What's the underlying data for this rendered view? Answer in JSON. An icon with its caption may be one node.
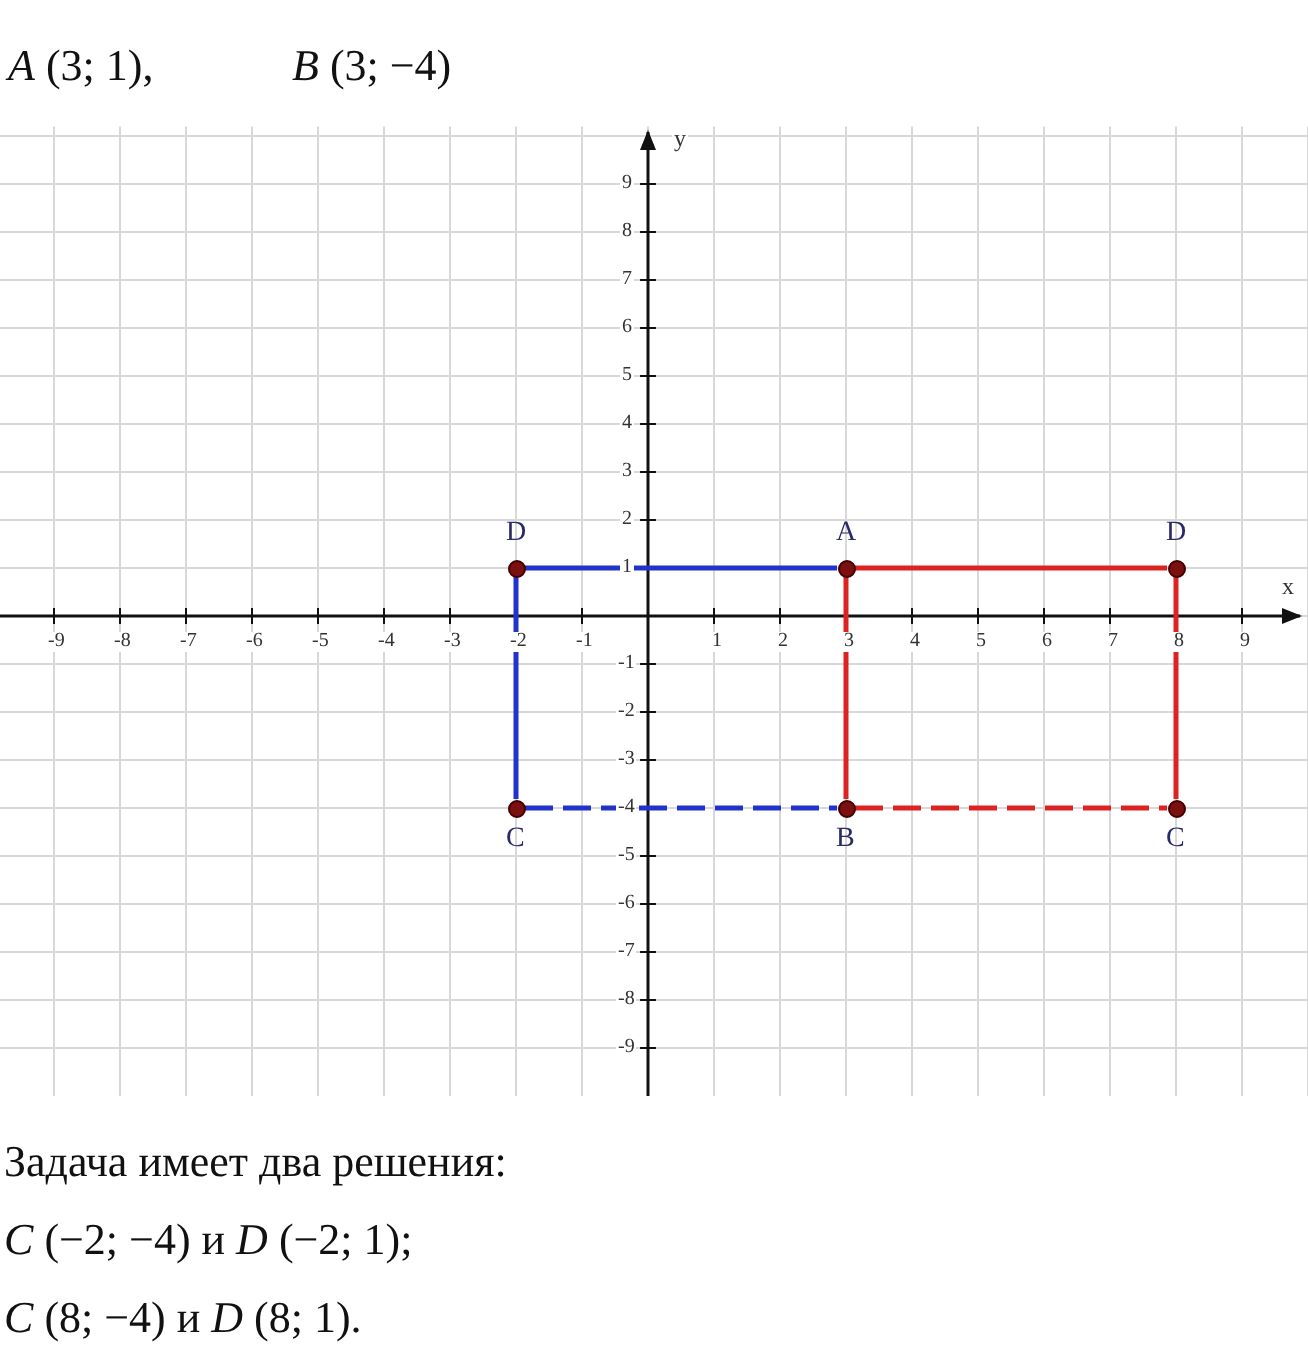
{
  "diagram": {
    "nodes": [
      {
        "text": [],
        "shape": "circle",
        "beside": [
          "D"
        ]
      },
      {
        "text": [],
        "shape": "circle",
        "beside": [
          "A"
        ]
      },
      {
        "text": [],
        "shape": "circle",
        "beside": [
          "D"
        ]
      },
      {
        "text": [],
        "shape": "circle",
        "beside": [
          "C"
        ]
      },
      {
        "text": [],
        "shape": "circle",
        "beside": [
          "B"
        ]
      },
      {
        "text": [],
        "shape": "circle",
        "beside": [
          "C"
        ]
      }
    ],
    "edges": [
      {
        "from": 0,
        "to": 1,
        "arrow": "none",
        "color": "#2233cc"
      },
      {
        "from": 0,
        "to": 3,
        "arrow": "none",
        "color": "#2233cc"
      },
      {
        "from": 3,
        "to": 4,
        "arrow": "none",
        "style": "dashed",
        "color": "#2233cc"
      },
      {
        "from": 1,
        "to": 2,
        "arrow": "none",
        "color": "#dd2222"
      },
      {
        "from": 2,
        "to": 5,
        "arrow": "none",
        "color": "#dd2222"
      },
      {
        "from": 1,
        "to": 4,
        "arrow": "none",
        "color": "#dd2222"
      },
      {
        "from": 4,
        "to": 5,
        "arrow": "none",
        "style": "dashed",
        "color": "#dd2222"
      }
    ],
    "labels": [
      "*A* (3; 1),",
      "*B* (3; −4)",
      "y",
      "9",
      "8",
      "7",
      "6",
      "5",
      "4",
      "3",
      "2",
      "1",
      "x",
      "-9",
      "-8",
      "-7",
      "-6",
      "-5",
      "-4",
      "-3",
      "-2",
      "-1",
      "1",
      "2",
      "3",
      "4",
      "5",
      "6",
      "7",
      "8",
      "9",
      "-1",
      "-2",
      "-3",
      "-4",
      "-5",
      "-6",
      "-7",
      "-8",
      "-9",
      "Задача имеет два решения:",
      "*C* (−2; −4) и *D* (−2;  1);",
      "*C* (8; −4) и *D* (8; 1)."
    ]
  }
}
